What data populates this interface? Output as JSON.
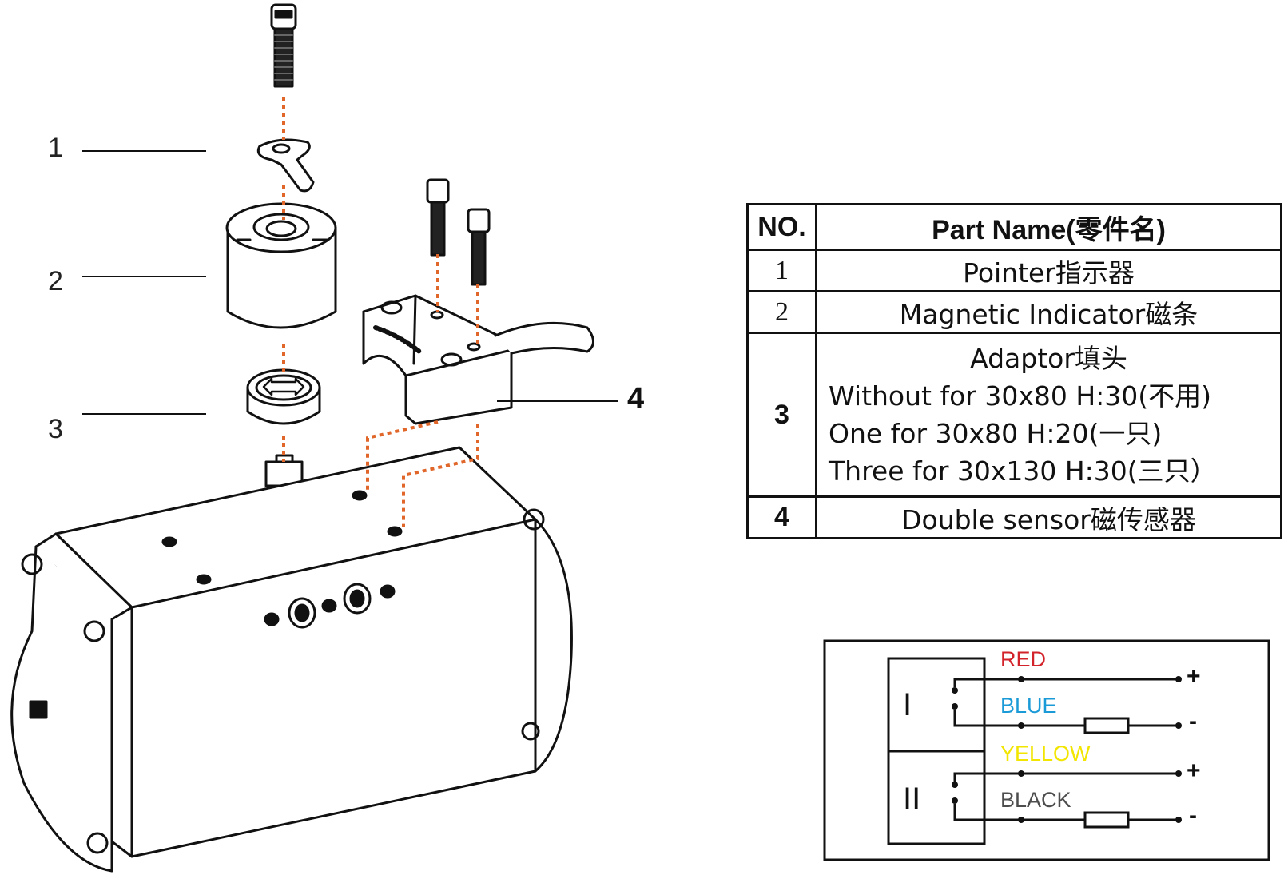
{
  "callouts": [
    {
      "num": "1"
    },
    {
      "num": "2"
    },
    {
      "num": "3"
    },
    {
      "num": "4"
    }
  ],
  "table": {
    "header_no": "NO.",
    "header_name": "Part Name(零件名)",
    "rows": [
      {
        "no": "1",
        "name": "Pointer指示器"
      },
      {
        "no": "2",
        "name": "Magnetic Indicator磁条"
      },
      {
        "no": "3",
        "name": "Adaptor填头",
        "lines": [
          "Without for 30x80 H:30(不用)",
          "One for 30x80 H:20(一只)",
          "Three for 30x130 H:30(三只）"
        ]
      },
      {
        "no": "4",
        "name": "Double sensor磁传感器"
      }
    ]
  },
  "wiring": {
    "sensor_1": "I",
    "sensor_2": "II",
    "wires": [
      {
        "label": "RED",
        "color": "#d2232a",
        "sign": "+"
      },
      {
        "label": "BLUE",
        "color": "#1a9ad6",
        "sign": "-"
      },
      {
        "label": "YELLOW",
        "color": "#f2e500",
        "sign": "+"
      },
      {
        "label": "BLACK",
        "color": "#4d4d4d",
        "sign": "-"
      }
    ]
  },
  "colors": {
    "line": "#111111",
    "dashed_guide": "#e0662a"
  }
}
